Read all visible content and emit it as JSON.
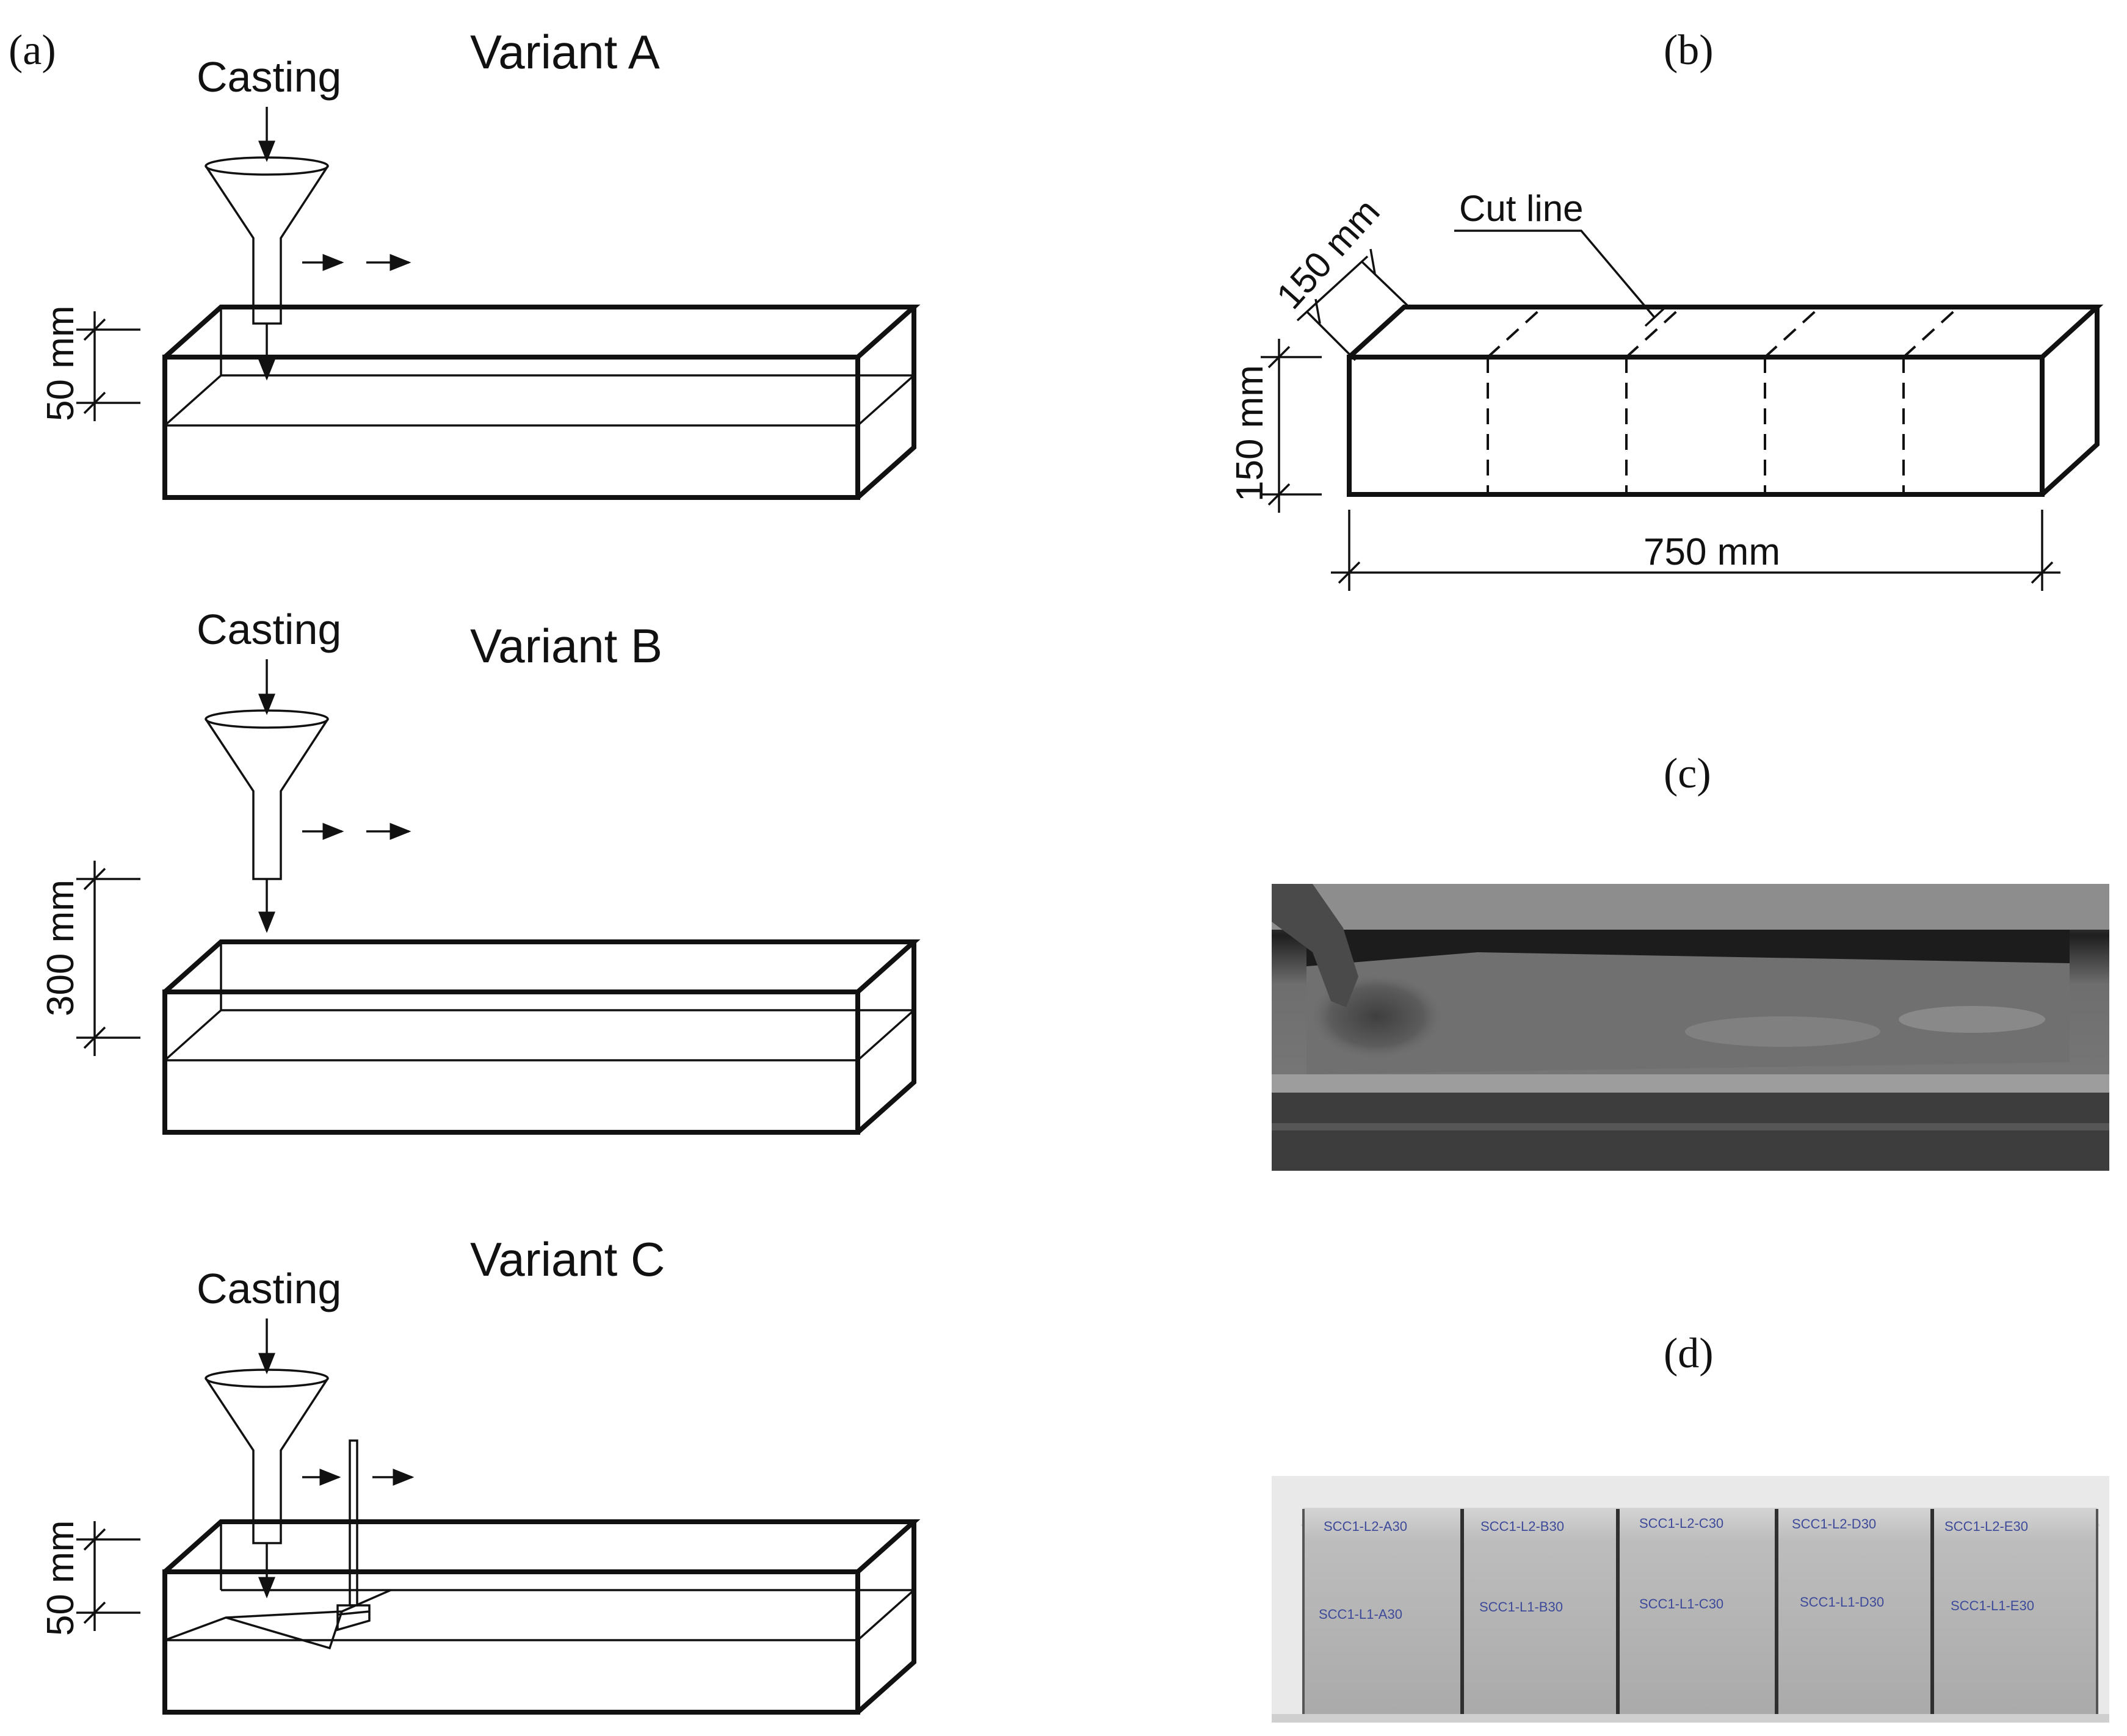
{
  "panels": {
    "a": {
      "label": "(a)"
    },
    "b": {
      "label": "(b)",
      "cut_line": "Cut line",
      "dim_depth": "150 mm",
      "dim_height": "150 mm",
      "dim_length": "750 mm"
    },
    "c": {
      "label": "(c)"
    },
    "d": {
      "label": "(d)"
    }
  },
  "variants": [
    {
      "title": "Variant A",
      "casting": "Casting",
      "dimension": "50 mm"
    },
    {
      "title": "Variant B",
      "casting": "Casting",
      "dimension": "300 mm"
    },
    {
      "title": "Variant C",
      "casting": "Casting",
      "dimension": "50 mm"
    }
  ],
  "photo_d_specimens": [
    {
      "top": "SCC1-L2-A30",
      "bottom": "SCC1-L1-A30"
    },
    {
      "top": "SCC1-L2-B30",
      "bottom": "SCC1-L1-B30"
    },
    {
      "top": "SCC1-L2-C30",
      "bottom": "SCC1-L1-C30"
    },
    {
      "top": "SCC1-L2-D30",
      "bottom": "SCC1-L1-D30"
    },
    {
      "top": "SCC1-L2-E30",
      "bottom": "SCC1-L1-E30"
    }
  ],
  "colors": {
    "ink": "#111111",
    "photo_c_base": "#6a6a6a",
    "photo_d_base": "#b9b9b9",
    "marker_blue": "#3d4a9a"
  }
}
